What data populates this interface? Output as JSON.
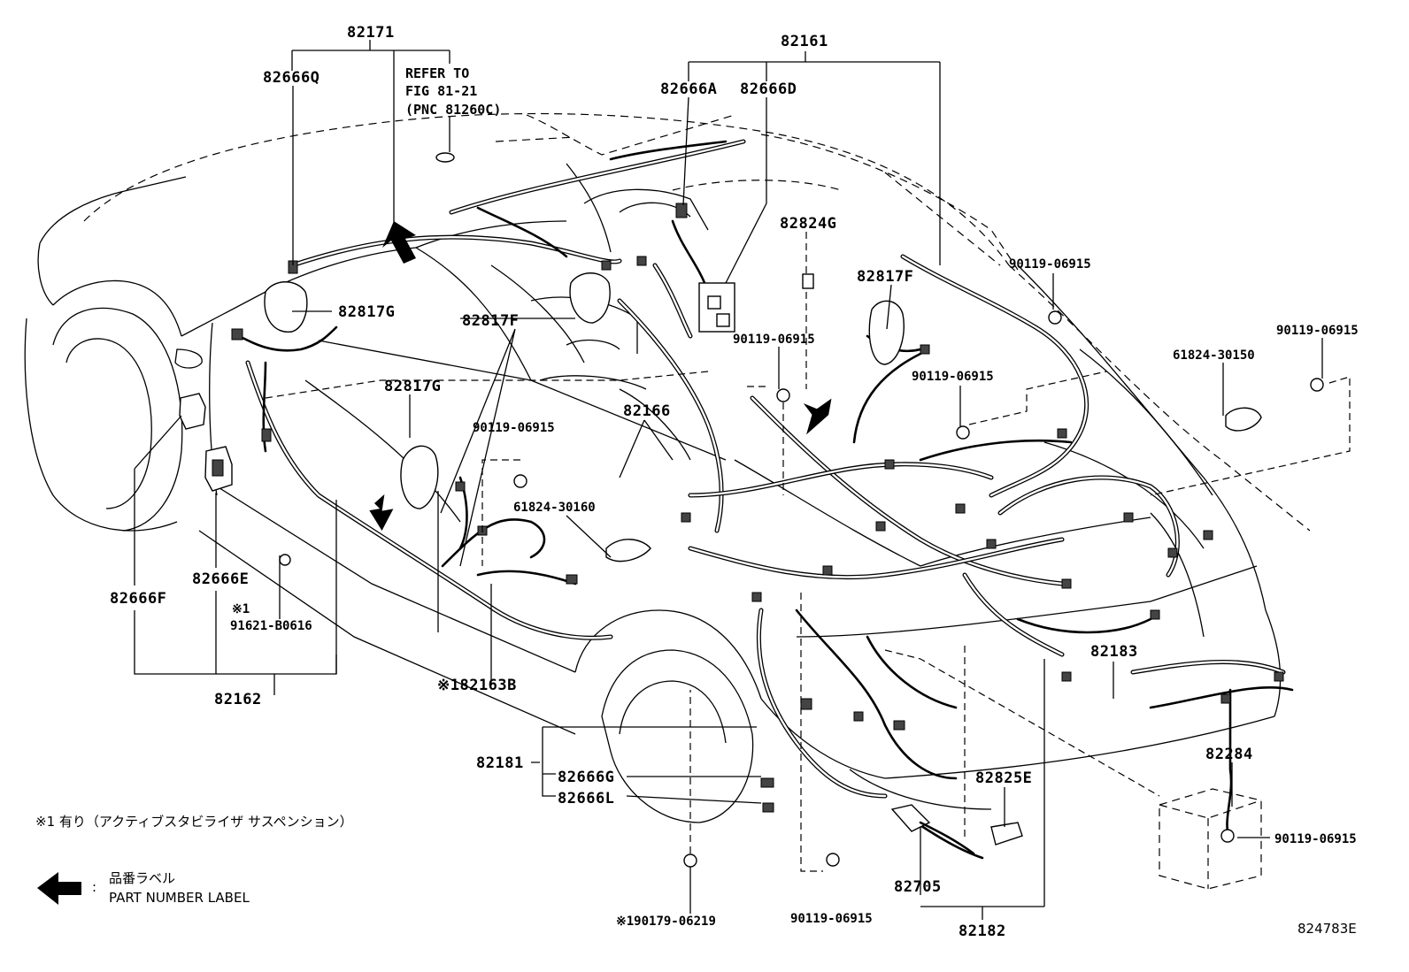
{
  "labels": {
    "p82171": "82171",
    "p82666Q": "82666Q",
    "refer1": "REFER TO",
    "refer2": "FIG 81-21",
    "refer3": "(PNC 81260C)",
    "p82161": "82161",
    "p82666A": "82666A",
    "p82666D": "82666D",
    "p82824G": "82824G",
    "p82817F_right": "82817F",
    "p90119_a": "90119-06915",
    "p90119_b": "90119-06915",
    "p90119_c": "90119-06915",
    "p90119_d": "90119-06915",
    "p90119_e": "90119-06915",
    "p90119_f": "90119-06915",
    "p90119_g": "90119-06915",
    "p61824_30150": "61824-30150",
    "p82817G_a": "82817G",
    "p82817F_mid": "82817F",
    "p82817G_b": "82817G",
    "p82166": "82166",
    "p61824_30160": "61824-30160",
    "p82666F": "82666F",
    "p82666E": "82666E",
    "note_mark": "※1",
    "p91621": "91621-B0616",
    "p82162": "82162",
    "p82163B": "※182163B",
    "p82183": "82183",
    "p82181": "82181",
    "p82666G": "82666G",
    "p82666L": "82666L",
    "p82825E": "82825E",
    "p82284": "82284",
    "p82705": "82705",
    "p82182": "82182",
    "p90179": "※190179-06219"
  },
  "footnote": "※1 有り（アクティブスタビライザ サスペンション）",
  "legend": {
    "jp": "品番ラベル",
    "colon": ":",
    "en": "PART NUMBER LABEL"
  },
  "figure_id": "824783E"
}
